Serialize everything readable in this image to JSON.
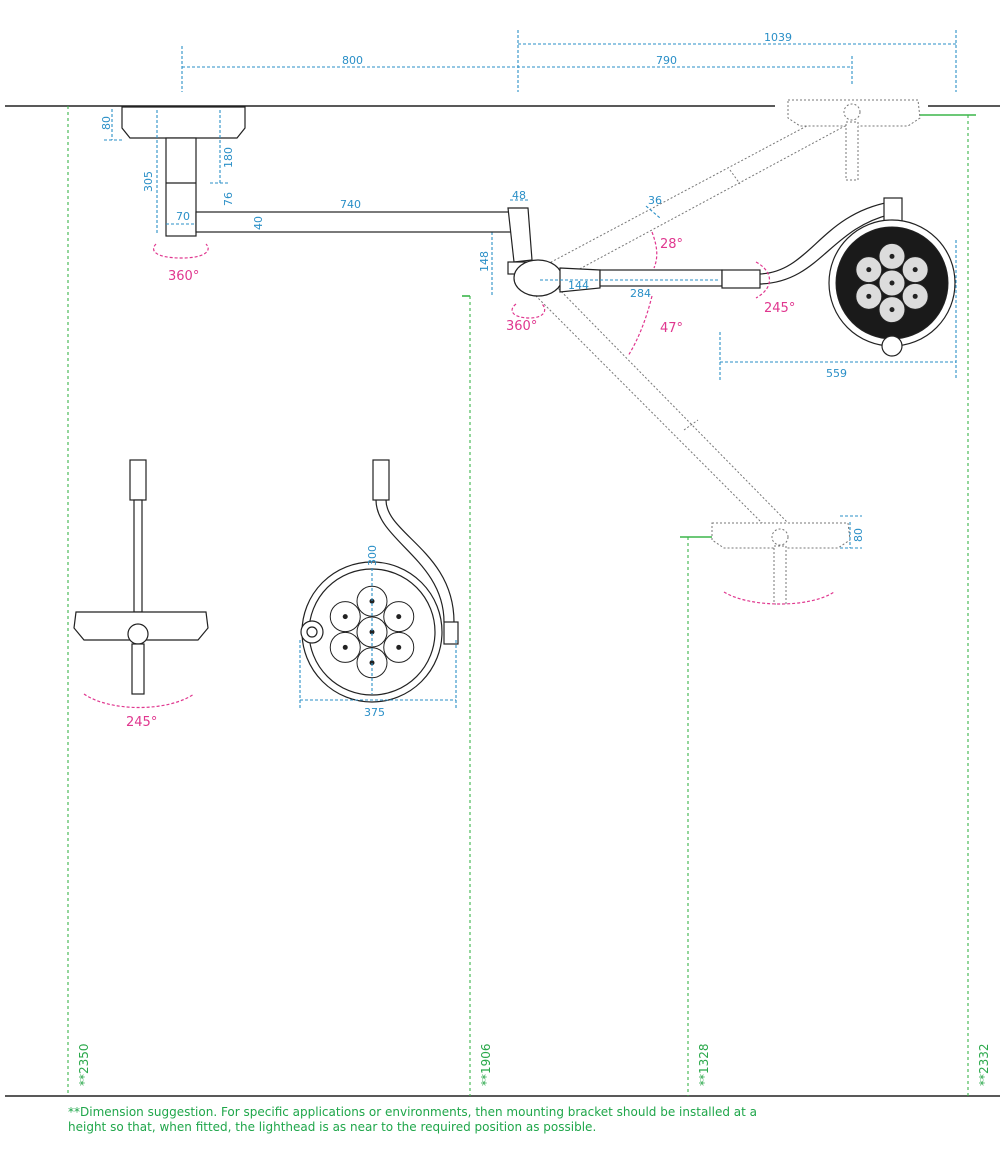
{
  "dimensions": {
    "span_total": "1039",
    "span_arm": "800",
    "span_reach": "790",
    "canopy_h": "80",
    "tube_h": "305",
    "tube_inner": "180",
    "tube_off": "76",
    "tube_w": "70",
    "arm_len": "740",
    "arm_th": "40",
    "joint_w": "48",
    "joint_h": "148",
    "upper_w": "36",
    "spring_w": "144",
    "spring_len": "284",
    "head_reach": "559",
    "head_th": "80",
    "head_h": "300",
    "head_d": "375"
  },
  "angles": {
    "base_rot": "360°",
    "joint_rot": "360°",
    "up_tilt": "28°",
    "down_tilt": "47°",
    "head_rot": "245°",
    "side_rot": "245°"
  },
  "heights": {
    "h1": "**2350",
    "h2": "**1906",
    "h3": "**1328",
    "h4": "**2332"
  },
  "footnote": "**Dimension suggestion. For specific applications or environments, then mounting bracket should be installed at a height so that, when fitted, the lighthead is as near to the required position as possible."
}
